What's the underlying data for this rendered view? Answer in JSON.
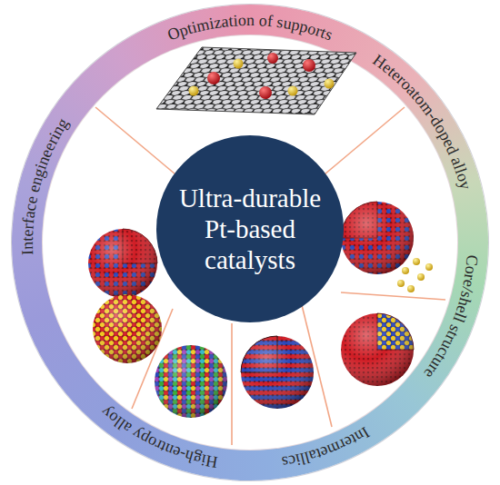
{
  "diagram": {
    "nodes": [
      {
        "text": [
          "Ultra-durable Pt-based catalysts"
        ]
      }
    ],
    "labels": [
      "Optimization of supports",
      "Heteroatom-doped alloy",
      "Core/shell structure",
      "Intermetallics",
      "High-entropy alloy",
      "Interface engineering"
    ]
  }
}
